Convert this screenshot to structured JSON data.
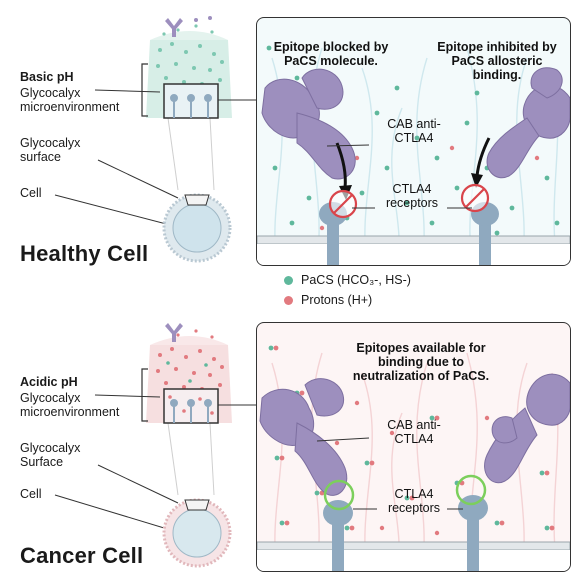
{
  "healthy": {
    "ph_label": "Basic pH",
    "micro_label": "Glycocalyx microenvironment",
    "surface_label": "Glycocalyx surface",
    "cell_label": "Cell",
    "title": "Healthy Cell",
    "panel": {
      "callout_left": "Epitope blocked by PaCS molecule.",
      "callout_right": "Epitope inhibited by PaCS allosteric binding.",
      "cab_label": "CAB anti-CTLA4",
      "ctla4_label": "CTLA4 receptors"
    }
  },
  "legend": {
    "items": [
      {
        "label": "PaCS (HCO₃-, HS-)",
        "color": "#5fb89c"
      },
      {
        "label": "Protons (H+)",
        "color": "#e27a7f"
      }
    ]
  },
  "cancer": {
    "ph_label": "Acidic pH",
    "micro_label": "Glycocalyx microenvironment",
    "surface_label": "Glycocalyx Surface",
    "cell_label": "Cell",
    "title": "Cancer Cell",
    "panel": {
      "callout": "Epitopes available for binding due to neutralization of PaCS.",
      "cab_label": "CAB anti-CTLA4",
      "ctla4_label": "CTLA4 receptors"
    }
  },
  "colors": {
    "pacs": "#5fb89c",
    "proton": "#e27a7f",
    "antibody": "#9d8fbe",
    "receptor": "#8fa9bf",
    "inhibit": "#d9454b",
    "available": "#7ccf5c"
  }
}
